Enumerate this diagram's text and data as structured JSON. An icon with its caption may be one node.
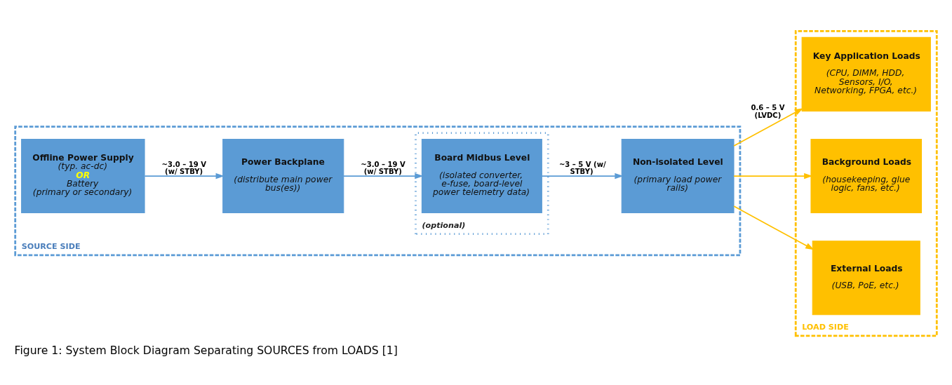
{
  "diagram": {
    "caption": "Figure 1: System Block Diagram Separating SOURCES from LOADS [1]",
    "nodes": [
      {
        "text": [
          "SOURCE SIDE"
        ]
      },
      {
        "text": [
          "LOAD SIDE"
        ]
      },
      {
        "text": [
          "(optional)"
        ],
        "in": 0
      },
      {
        "text": [
          "Offline Power Supply",
          "(typ. ac-dc)",
          "OR",
          "Battery",
          "(primary or secondary)"
        ],
        "in": 0
      },
      {
        "text": [
          "Power Backplane",
          "(distribute main power bus(es))"
        ],
        "in": 0
      },
      {
        "text": [
          "Board Midbus Level",
          "(isolated converter, e-fuse, board-level power telemetry data)"
        ],
        "in": 2
      },
      {
        "text": [
          "Non-isolated Level",
          "(primary load power rails)"
        ],
        "in": 0
      },
      {
        "text": [
          "Key Application Loads",
          "(CPU, DIMM, HDD, Sensors, I/O, Networking, FPGA, etc.)"
        ],
        "in": 1
      },
      {
        "text": [
          "Background Loads",
          "(housekeeping, glue logic, fans, etc.)"
        ],
        "in": 1
      },
      {
        "text": [
          "External Loads",
          "(USB, PoE, etc.)"
        ],
        "in": 1
      }
    ],
    "edges": [
      {
        "from": 3,
        "to": 4,
        "arrow": "to",
        "label": "~3.0 – 19 V (w/ STBY)"
      },
      {
        "from": 4,
        "to": 5,
        "arrow": "to",
        "label": "~3.0 – 19 V (w/ STBY)"
      },
      {
        "from": 5,
        "to": 6,
        "arrow": "to",
        "label": "~3 – 5 V (w/ STBY)"
      },
      {
        "from": 6,
        "to": 7,
        "arrow": "to",
        "label": "0.6 – 5 V (LVDC)",
        "color": "#ffc000"
      },
      {
        "from": 6,
        "to": 8,
        "arrow": "to",
        "color": "#ffc000"
      },
      {
        "from": 6,
        "to": 9,
        "arrow": "to",
        "color": "#ffc000"
      }
    ]
  }
}
